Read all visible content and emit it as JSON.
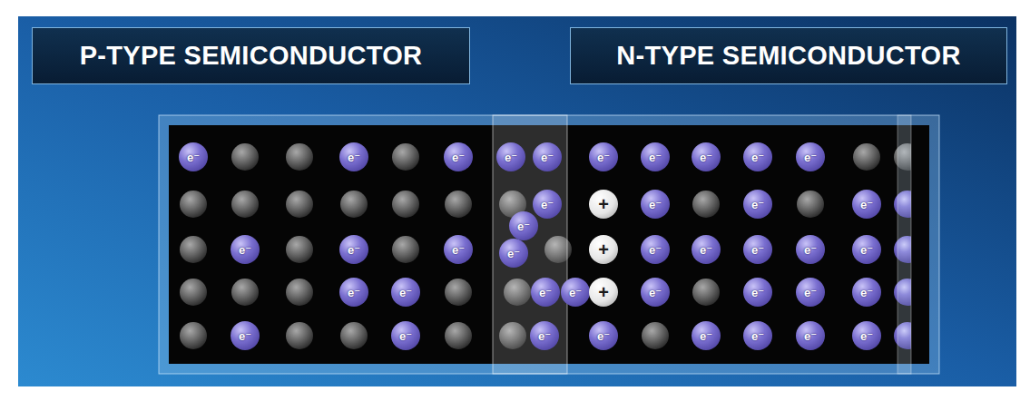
{
  "diagram": {
    "nodes": [
      {
        "text": [
          "P-TYPE SEMICONDUCTOR"
        ]
      },
      {
        "text": [
          "N-TYPE SEMICONDUCTOR"
        ]
      }
    ],
    "labels": [
      "e⁻",
      "e⁻",
      "e⁻",
      "e⁻",
      "e⁻",
      "e⁻",
      "e⁻",
      "e⁻",
      "e⁻",
      "e⁻",
      "e⁻",
      "+",
      "e⁻",
      "e⁻",
      "e⁻",
      "e⁻",
      "e⁻",
      "e⁻",
      "e⁻",
      "e⁻",
      "+",
      "e⁻",
      "e⁻",
      "e⁻",
      "e⁻",
      "e⁻",
      "e⁻",
      "e⁻",
      "e⁻",
      "e⁻",
      "+",
      "e⁻",
      "e⁻",
      "e⁻",
      "e⁻",
      "e⁻",
      "e⁻",
      "e⁻",
      "e⁻",
      "e⁻",
      "e⁻",
      "e⁻",
      "e⁻"
    ]
  }
}
